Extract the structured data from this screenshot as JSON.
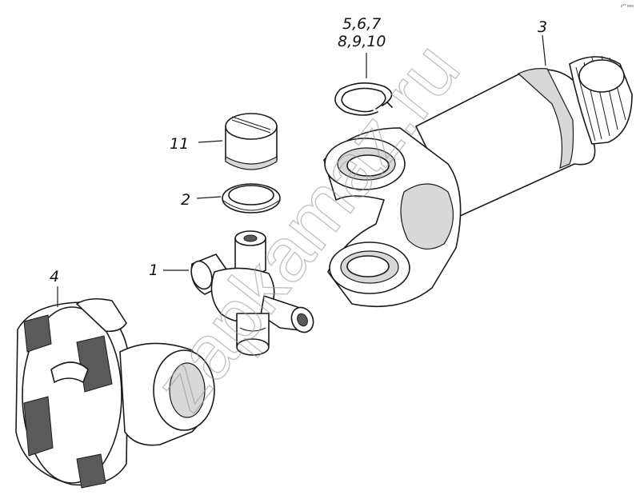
{
  "callouts": {
    "label_1": "1",
    "label_2": "2",
    "label_3": "3",
    "label_4": "4",
    "label_5_7": "5,6,7",
    "label_8_10": "8,9,10",
    "label_11": "11"
  },
  "watermark": "zapkamaz.ru",
  "corner_mark": "z** ooo"
}
